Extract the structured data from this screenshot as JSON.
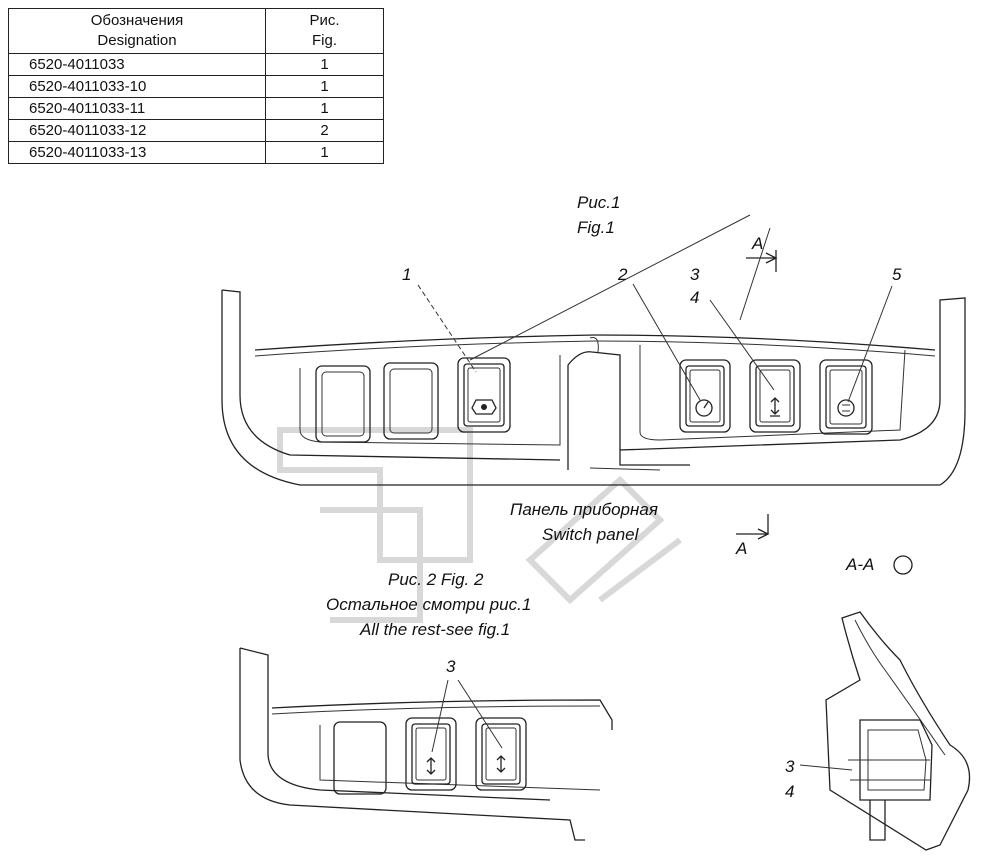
{
  "table": {
    "header_designation_ru": "Обозначения",
    "header_designation_en": "Designation",
    "header_fig_ru": "Рис.",
    "header_fig_en": "Fig.",
    "rows": [
      {
        "designation": "6520-4011033",
        "fig": "1"
      },
      {
        "designation": "6520-4011033-10",
        "fig": "1"
      },
      {
        "designation": "6520-4011033-11",
        "fig": "1"
      },
      {
        "designation": "6520-4011033-12",
        "fig": "2"
      },
      {
        "designation": "6520-4011033-13",
        "fig": "1"
      }
    ]
  },
  "fig1": {
    "title_ru": "Рис.1",
    "title_en": "Fig.1",
    "callouts": [
      "1",
      "2",
      "3",
      "4",
      "5"
    ],
    "panel_label_ru": "Панель приборная",
    "panel_label_en": "Switch panel",
    "section_mark": "A"
  },
  "fig2": {
    "title": "Рис. 2 Fig. 2",
    "note_ru": "Остальное смотри рис.1",
    "note_en": "All the rest-see fig.1",
    "callout": "3"
  },
  "section_view": {
    "title": "A-A",
    "callouts": [
      "3",
      "4"
    ]
  }
}
